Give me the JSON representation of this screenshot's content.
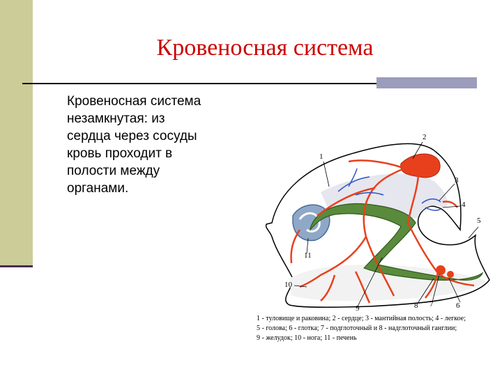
{
  "slide": {
    "title": "Кровеносная система",
    "body": "Кровеносная система\n незамкнутая: из\n сердца через сосуды\n кровь проходит в\n полости между\n органами."
  },
  "diagram": {
    "labels": [
      "1",
      "2",
      "3",
      "4",
      "5",
      "6",
      "7",
      "8",
      "9",
      "10",
      "11"
    ],
    "caption": [
      "1 - туловище и раковина; 2 - сердце; 3 - мантийная полость; 4 - легкое;",
      "5 - голова; 6 - глотка; 7 - подглоточный и 8 - надглоточный ганглии;",
      "9 - желудок; 10 - нога; 11 - печень"
    ]
  },
  "colors": {
    "accent_bar": "#cccc99",
    "title": "#cc0000",
    "vessels": "#e8401c",
    "gut": "#5a8a3c",
    "liver": "#8fa8c8",
    "lung": "#2a54c8"
  }
}
